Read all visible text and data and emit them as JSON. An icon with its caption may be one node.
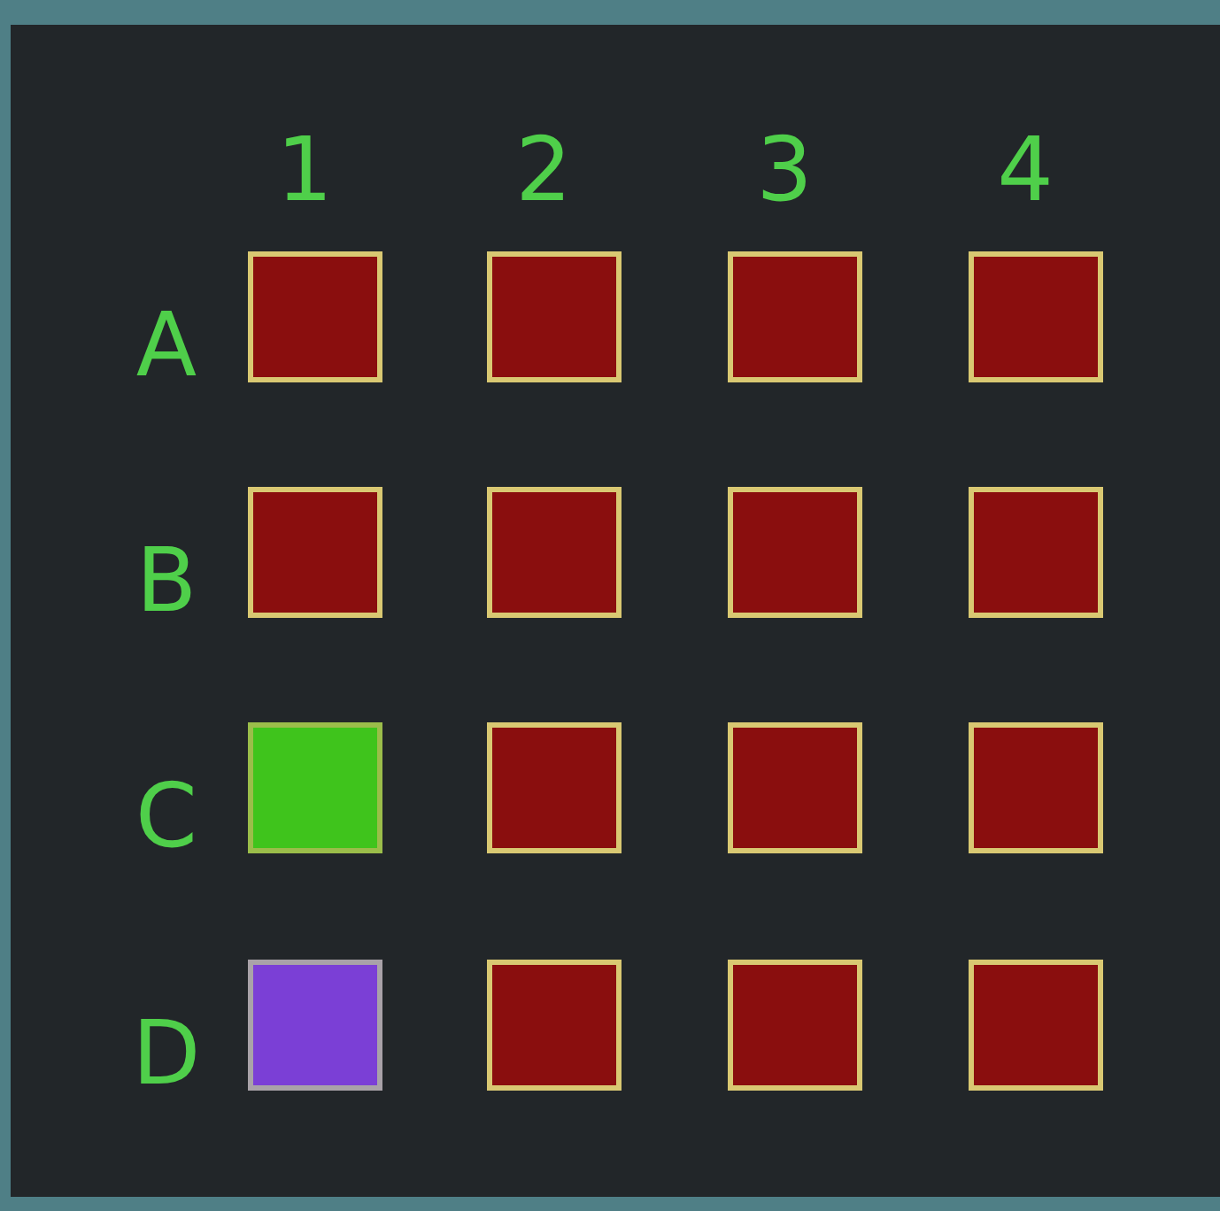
{
  "diagram": {
    "nodes": [
      {
        "text": [],
        "shape": "box"
      },
      {
        "text": [],
        "shape": "box"
      },
      {
        "text": [],
        "shape": "box"
      },
      {
        "text": [],
        "shape": "box"
      },
      {
        "text": [],
        "shape": "box"
      },
      {
        "text": [],
        "shape": "box"
      },
      {
        "text": [],
        "shape": "box"
      },
      {
        "text": [],
        "shape": "box"
      },
      {
        "text": [],
        "shape": "box"
      },
      {
        "text": [],
        "shape": "box"
      },
      {
        "text": [],
        "shape": "box"
      },
      {
        "text": [],
        "shape": "box"
      },
      {
        "text": [],
        "shape": "box"
      },
      {
        "text": [],
        "shape": "box"
      },
      {
        "text": [],
        "shape": "box"
      },
      {
        "text": [],
        "shape": "box"
      }
    ],
    "labels": [
      "1",
      "2",
      "3",
      "4",
      "A",
      "B",
      "C",
      "D"
    ]
  }
}
